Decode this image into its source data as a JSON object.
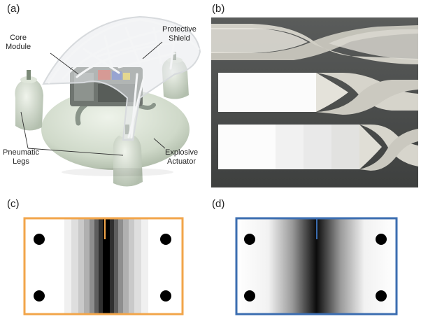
{
  "panels": {
    "a": {
      "label": "(a)",
      "annotations": {
        "core_module": "Core\nModule",
        "protective_shield": "Protective\nShield",
        "pneumatic_legs": "Pneumatic\nLegs",
        "explosive_actuator": "Explosive\nActuator"
      }
    },
    "b": {
      "label": "(b)"
    },
    "c": {
      "label": "(c)",
      "frame_color": "#f2a54a",
      "marker_color": "#f2a54a"
    },
    "d": {
      "label": "(d)",
      "frame_color": "#3b6db0",
      "marker_color": "#3b6db0"
    }
  },
  "icons": {
    "robot": "soft-robot-illustration",
    "ribbons": "twisted-ribbon-photo",
    "dots": "black-dot-markers"
  }
}
